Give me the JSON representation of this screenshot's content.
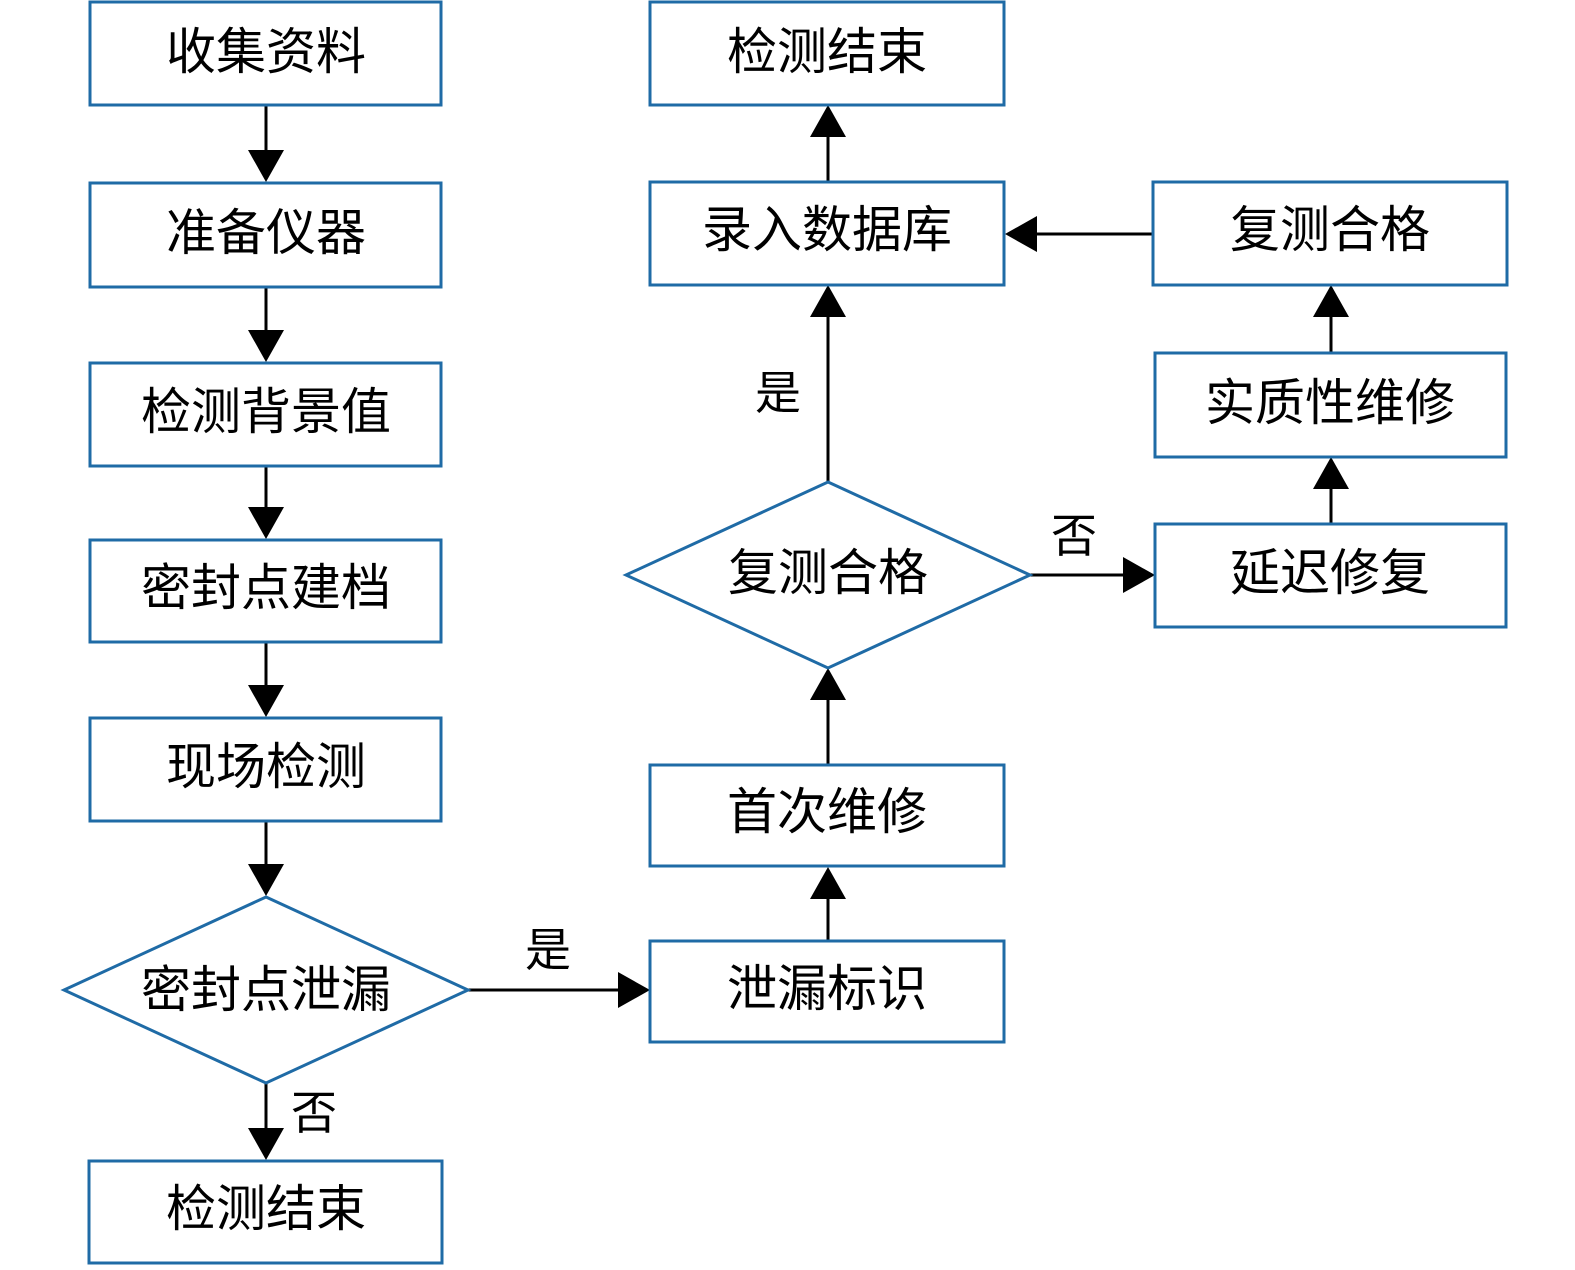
{
  "diagram": {
    "nodes": {
      "collect_data": "收集资料",
      "prepare_instruments": "准备仪器",
      "detect_background": "检测背景值",
      "seal_point_record": "密封点建档",
      "field_detection": "现场检测",
      "seal_point_leak": "密封点泄漏",
      "end_left": "检测结束",
      "leak_marking": "泄漏标识",
      "first_repair": "首次维修",
      "retest_pass_decision": "复测合格",
      "enter_database": "录入数据库",
      "end_top": "检测结束",
      "delayed_repair": "延迟修复",
      "substantive_repair": "实质性维修",
      "retest_pass_box": "复测合格"
    },
    "edge_labels": {
      "leak_yes": "是",
      "leak_no": "否",
      "retest_yes": "是",
      "retest_no": "否"
    }
  }
}
